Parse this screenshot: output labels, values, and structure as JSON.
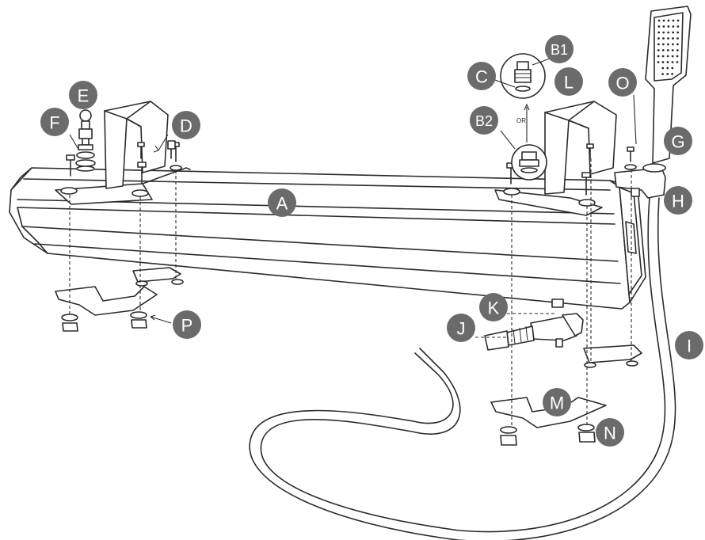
{
  "figure": {
    "or_label": "OR",
    "colors": {
      "callout": "#6b6b6b",
      "line": "#2b2b2b",
      "background": "#ffffff"
    }
  },
  "callouts": [
    {
      "id": "A",
      "label": "A"
    },
    {
      "id": "B1",
      "label": "B1"
    },
    {
      "id": "B2",
      "label": "B2"
    },
    {
      "id": "C",
      "label": "C"
    },
    {
      "id": "D",
      "label": "D"
    },
    {
      "id": "E",
      "label": "E"
    },
    {
      "id": "F",
      "label": "F"
    },
    {
      "id": "G",
      "label": "G"
    },
    {
      "id": "H",
      "label": "H"
    },
    {
      "id": "I",
      "label": "I"
    },
    {
      "id": "J",
      "label": "J"
    },
    {
      "id": "K",
      "label": "K"
    },
    {
      "id": "L",
      "label": "L"
    },
    {
      "id": "M",
      "label": "M"
    },
    {
      "id": "N",
      "label": "N"
    },
    {
      "id": "O",
      "label": "O"
    },
    {
      "id": "P",
      "label": "P"
    }
  ]
}
